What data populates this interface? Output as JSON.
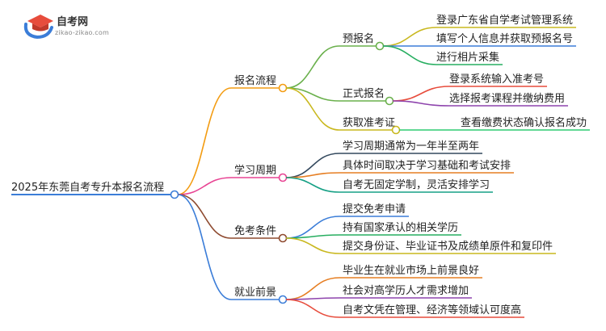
{
  "logo": {
    "title": "自考网",
    "url": "zikao-zikao.com"
  },
  "mindmap": {
    "root": "2025年东莞自考专升本报名流程",
    "branches": [
      {
        "label": "报名流程",
        "color": "#f39c12",
        "children": [
          {
            "label": "预报名",
            "color": "#6ab04c",
            "children": [
              {
                "label": "登录广东省自学考试管理系统",
                "color": "#c9b81f"
              },
              {
                "label": "填写个人信息并获取预报名号",
                "color": "#3b7dd8"
              },
              {
                "label": "进行相片采集",
                "color": "#27ae60"
              }
            ]
          },
          {
            "label": "正式报名",
            "color": "#6ab04c",
            "children": [
              {
                "label": "登录系统输入准考号",
                "color": "#e74c3c"
              },
              {
                "label": "选择报考课程并缴纳费用",
                "color": "#8e44ad"
              }
            ]
          },
          {
            "label": "获取准考证",
            "color": "#c9b81f",
            "children": [
              {
                "label": "查看缴费状态确认报名成功",
                "color": "#2ecc71"
              }
            ]
          }
        ]
      },
      {
        "label": "学习周期",
        "color": "#e84393",
        "children": [
          {
            "label": "学习周期通常为一年半至两年",
            "color": "#34495e"
          },
          {
            "label": "具体时间取决于学习基础和考试安排",
            "color": "#e67e22"
          },
          {
            "label": "自考无固定学制，灵活安排学习",
            "color": "#16a085"
          }
        ]
      },
      {
        "label": "免考条件",
        "color": "#8e4a2f",
        "children": [
          {
            "label": "提交免考申请",
            "color": "#3b7dd8"
          },
          {
            "label": "持有国家承认的相关学历",
            "color": "#27ae60"
          },
          {
            "label": "提交身份证、毕业证书及成绩单原件和复印件",
            "color": "#c9b81f"
          }
        ]
      },
      {
        "label": "就业前景",
        "color": "#3b7dd8",
        "children": [
          {
            "label": "毕业生在就业市场上前景良好",
            "color": "#e67e22"
          },
          {
            "label": "社会对高学历人才需求增加",
            "color": "#8e44ad"
          },
          {
            "label": "自考文凭在管理、经济等领域认可度高",
            "color": "#e74c3c"
          }
        ]
      }
    ]
  }
}
